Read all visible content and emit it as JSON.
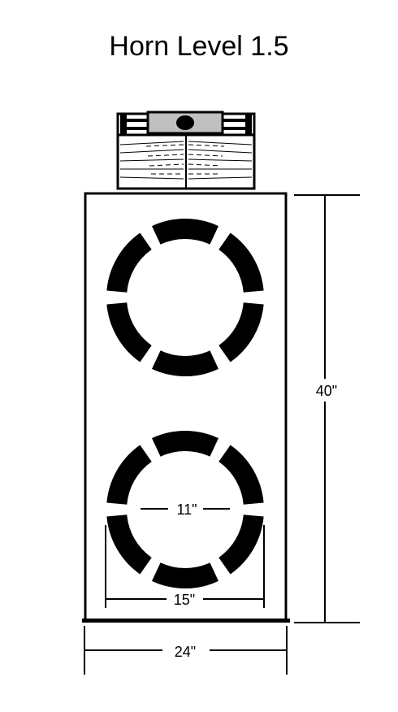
{
  "title": "Horn Level 1.5",
  "dimensions": {
    "height": "40\"",
    "width": "24\"",
    "speaker_diameter": "15\"",
    "cone_diameter": "11\""
  },
  "colors": {
    "line": "#000000",
    "background": "#ffffff",
    "horn_body": "#c0c0c0"
  },
  "icons": {
    "speaker": "speaker-ring-icon",
    "horn": "horn-tweeter-icon"
  }
}
